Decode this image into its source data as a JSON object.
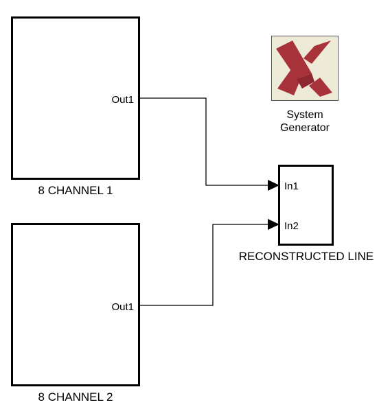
{
  "diagram": {
    "blocks": {
      "channel1": {
        "name": "8 CHANNEL 1",
        "out_port": "Out1"
      },
      "channel2": {
        "name": "8 CHANNEL 2",
        "out_port": "Out1"
      },
      "reconstructed": {
        "name": "RECONSTRUCTED LINE",
        "in_ports": [
          "In1",
          "In2"
        ]
      }
    },
    "system_generator": {
      "caption_line1": "System",
      "caption_line2": "Generator",
      "icon": "xilinx-logo-icon",
      "icon_colors": {
        "background": "#eeead8",
        "mark": "#a8323a"
      }
    },
    "wire_color": "#000000"
  }
}
